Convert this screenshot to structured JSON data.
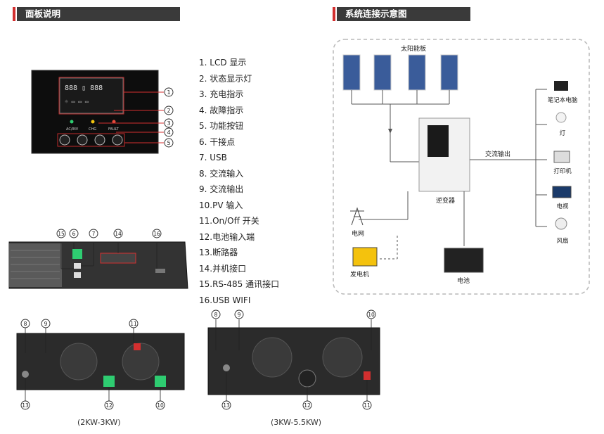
{
  "panel_section": {
    "title": "面板说明"
  },
  "system_section": {
    "title": "系统连接示意图"
  },
  "panel_legend": [
    "1. LCD 显示",
    "2. 状态显示灯",
    "3. 充电指示",
    "4. 故障指示",
    "5. 功能按钮",
    "6. 干接点",
    "7. USB",
    "8. 交流输入",
    "9. 交流输出",
    "10.PV 输入",
    "11.On/Off 开关",
    "12.电池输入端",
    "13.断路器",
    "14.并机接口",
    "15.RS-485 通讯接口",
    "16.USB WIFI"
  ],
  "front_panel": {
    "indicators": [
      "AC/INV",
      "CHG",
      "FAULT"
    ],
    "callouts": [
      "1",
      "2",
      "3",
      "4",
      "5"
    ]
  },
  "side_view": {
    "callouts": [
      "15",
      "6",
      "7",
      "14",
      "16"
    ]
  },
  "rear_small": {
    "callouts": [
      "8",
      "9",
      "11",
      "13",
      "12",
      "10"
    ],
    "caption": "(2KW-3KW)"
  },
  "rear_large": {
    "callouts": [
      "8",
      "9",
      "10",
      "13",
      "12",
      "11"
    ],
    "caption": "(3KW-5.5KW)"
  },
  "system_diagram": {
    "solar_label": "太阳能板",
    "inverter_label": "逆变器",
    "ac_output_label": "交流输出",
    "grid_label": "电网",
    "generator_label": "发电机",
    "battery_label": "电池",
    "loads": [
      "笔记本电脑",
      "灯",
      "打印机",
      "电视",
      "风扇"
    ]
  },
  "colors": {
    "accent": "#d32f2f",
    "bar": "#3a3a3a",
    "lcd": "#0d0d0d"
  }
}
